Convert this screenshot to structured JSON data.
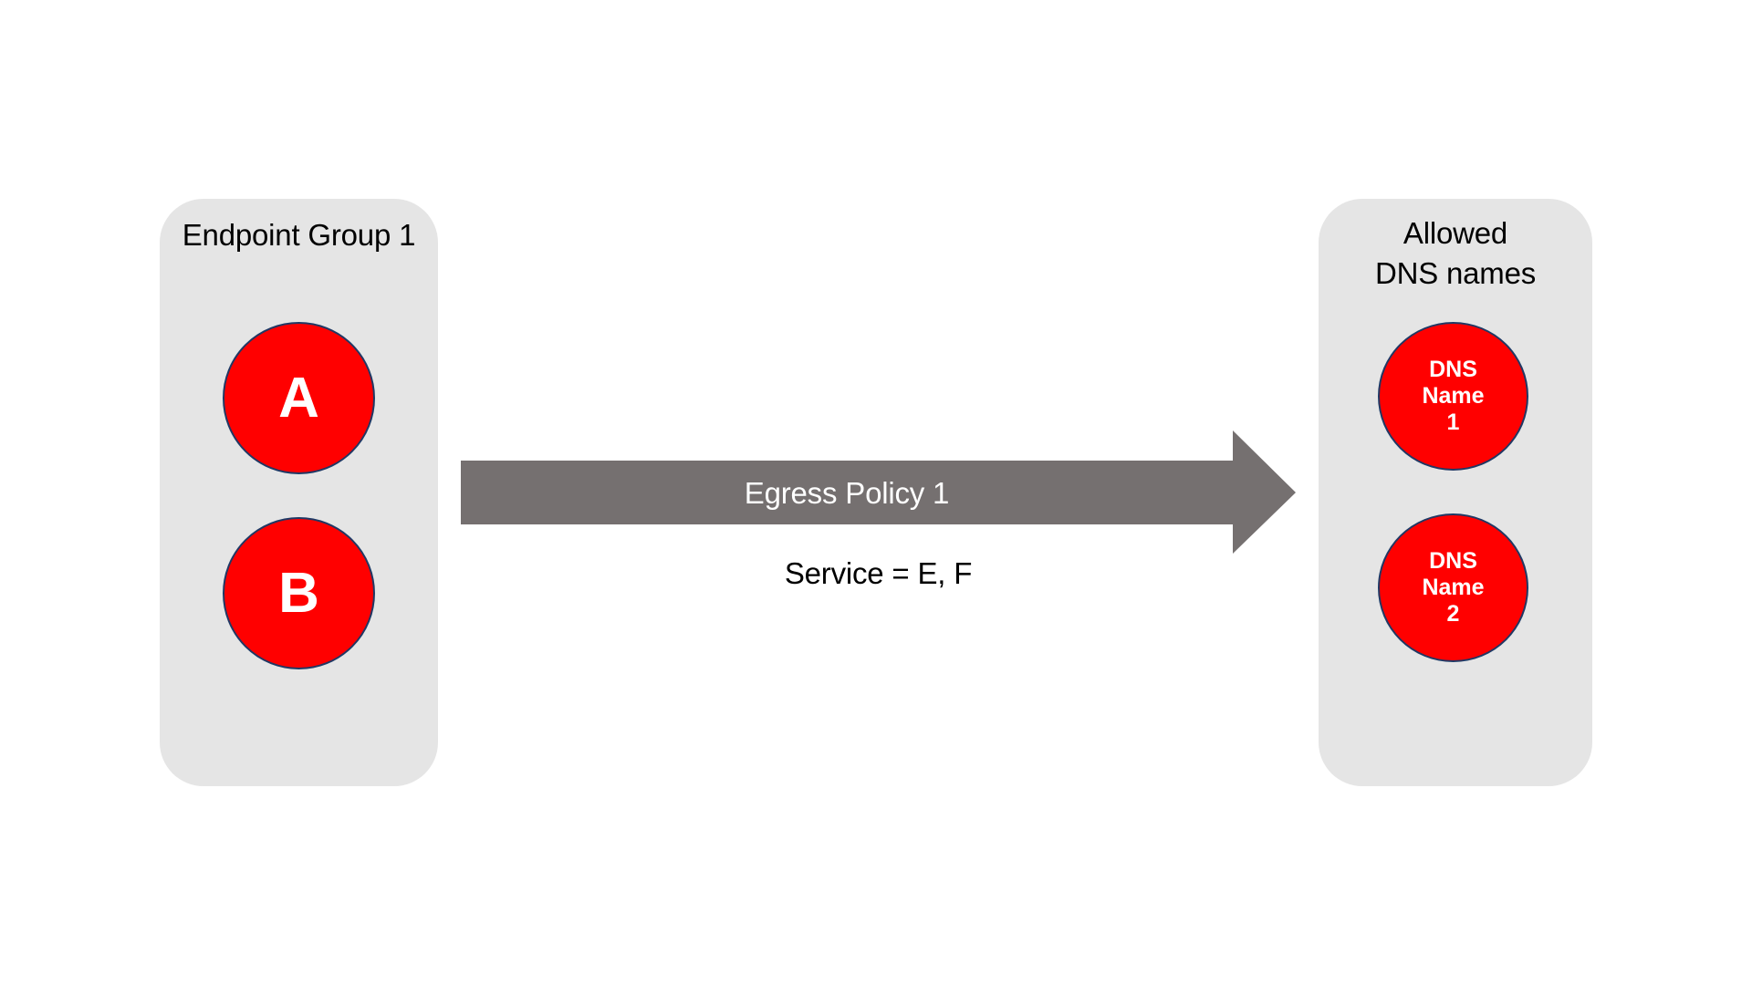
{
  "diagram": {
    "type": "network-policy-diagram",
    "background_color": "#ffffff",
    "source_group": {
      "title": "Endpoint Group 1",
      "panel_color": "#e5e5e5",
      "nodes": [
        {
          "label": "A",
          "fill": "#ff0000",
          "stroke": "#203864"
        },
        {
          "label": "B",
          "fill": "#ff0000",
          "stroke": "#203864"
        }
      ]
    },
    "policy": {
      "name": "Egress Policy 1",
      "condition": "Service = E, F",
      "arrow_color": "#757070",
      "direction": "left-to-right"
    },
    "destination_group": {
      "title": "Allowed\nDNS names",
      "panel_color": "#e5e5e5",
      "nodes": [
        {
          "label": "DNS\nName\n1",
          "fill": "#ff0000",
          "stroke": "#203864"
        },
        {
          "label": "DNS\nName\n2",
          "fill": "#ff0000",
          "stroke": "#203864"
        }
      ]
    }
  }
}
